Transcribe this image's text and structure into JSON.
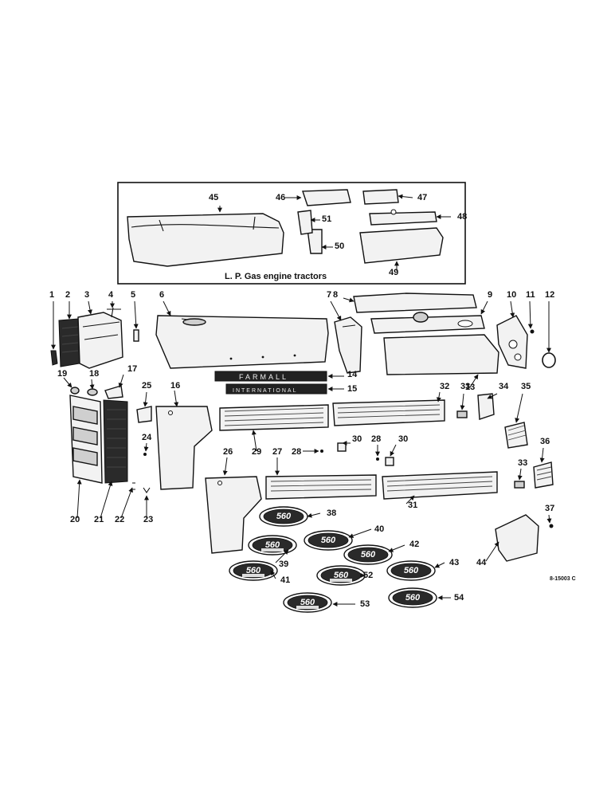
{
  "inset": {
    "caption": "L. P. Gas engine tractors"
  },
  "drawing_code": "8-15003 C",
  "emblem_model": "560",
  "bar_labels": {
    "farmall": "FARMALL",
    "international": "INTERNATIONAL"
  },
  "callouts": [
    "1",
    "2",
    "3",
    "4",
    "5",
    "6",
    "7",
    "8",
    "9",
    "10",
    "11",
    "12",
    "13",
    "14",
    "15",
    "16",
    "17",
    "18",
    "19",
    "20",
    "21",
    "22",
    "23",
    "24",
    "25",
    "26",
    "27",
    "28",
    "28",
    "29",
    "30",
    "30",
    "31",
    "32",
    "33",
    "33",
    "34",
    "35",
    "36",
    "37",
    "38",
    "39",
    "40",
    "41",
    "42",
    "43",
    "44",
    "45",
    "46",
    "47",
    "48",
    "49",
    "50",
    "51",
    "52",
    "53",
    "54"
  ]
}
